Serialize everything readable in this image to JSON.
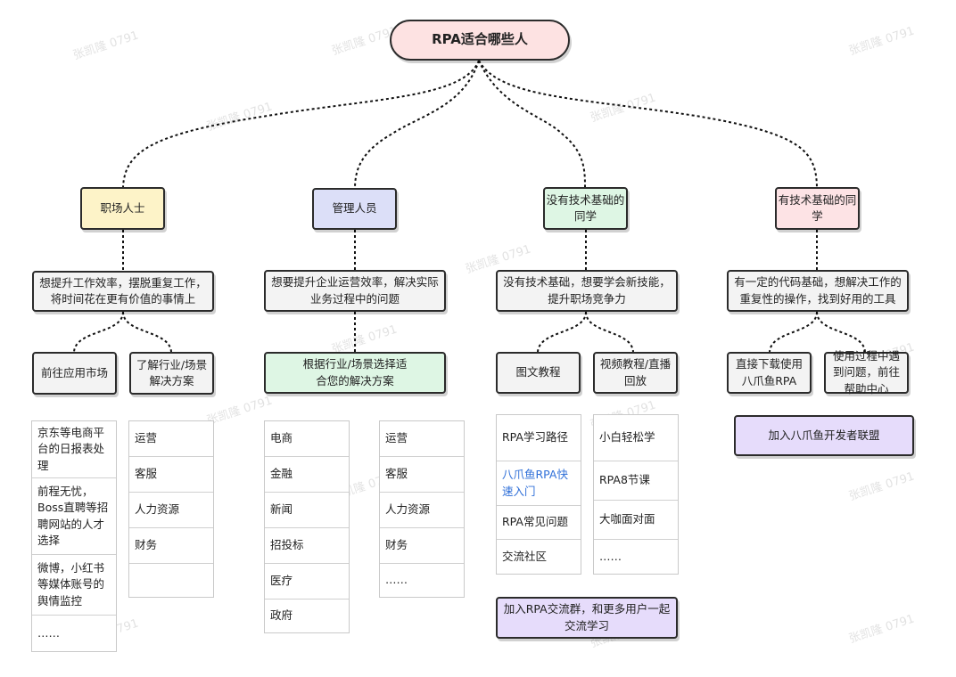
{
  "root": "RPA适合哪些人",
  "categories": [
    {
      "title": "职场人士",
      "need": "想提升工作效率，摆脱重复工作，将时间花在更有价值的事情上",
      "actions": [
        "前往应用市场",
        "了解行业/场景解决方案"
      ],
      "lists": [
        [
          "京东等电商平台的日报表处理",
          "前程无忧，Boss直聘等招聘网站的人才选择",
          "微博，小红书等媒体账号的舆情监控",
          "……"
        ],
        [
          "运营",
          "客服",
          "人力资源",
          "财务",
          ""
        ]
      ]
    },
    {
      "title": "管理人员",
      "need": "想要提升企业运营效率，解决实际业务过程中的问题",
      "actions": [
        "根据行业/场景选择适合您的解决方案"
      ],
      "lists": [
        [
          "电商",
          "金融",
          "新闻",
          "招投标",
          "医疗",
          "政府"
        ],
        [
          "运营",
          "客服",
          "人力资源",
          "财务",
          "……"
        ]
      ]
    },
    {
      "title": "没有技术基础的同学",
      "need": "没有技术基础，想要学会新技能，提升职场竞争力",
      "actions": [
        "图文教程",
        "视频教程/直播回放"
      ],
      "lists": [
        [
          "RPA学习路径",
          "八爪鱼RPA快速入门",
          "RPA常见问题",
          "交流社区"
        ],
        [
          "小白轻松学",
          "RPA8节课",
          "大咖面对面",
          "……"
        ]
      ],
      "footer": "加入RPA交流群，和更多用户一起交流学习"
    },
    {
      "title": "有技术基础的同学",
      "need": "有一定的代码基础，想解决工作的重复性的操作，找到好用的工具",
      "actions": [
        "直接下载使用八爪鱼RPA",
        "使用过程中遇到问题，前往帮助中心"
      ],
      "footer": "加入八爪鱼开发者联盟"
    }
  ],
  "watermark": "张凯隆 0791",
  "colors": {
    "root": "#fde2e2",
    "category_1": "#fdf3c8",
    "category_2": "#dcdff8",
    "category_3": "#def6e4",
    "category_4": "#fde3e5",
    "solution": "#def6e4",
    "footer": "#e6dcfb",
    "link": "#2f6fd8"
  }
}
